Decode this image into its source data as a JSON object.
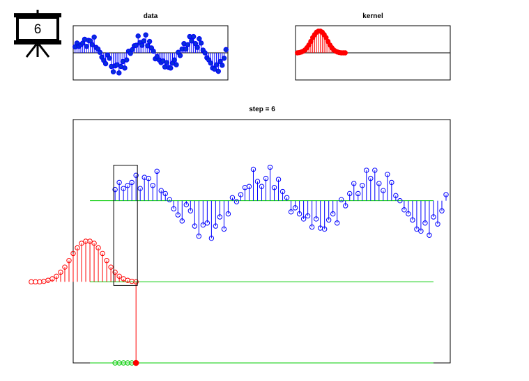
{
  "slide_icon": {
    "icon": "presentation-board-icon",
    "number": "6"
  },
  "colors": {
    "data_series": "#0000ff",
    "data_marker": "#0a2fd6",
    "kernel_series": "#ff0000",
    "baseline": "#00cc00",
    "window": "#000000",
    "axes_frame": "#000000"
  },
  "chart_data": [
    {
      "id": "data-panel",
      "type": "stem",
      "title": "data",
      "marker": "filled-circle",
      "grid": false,
      "x": [
        1,
        2,
        3,
        4,
        5,
        6,
        7,
        8,
        9,
        10,
        11,
        12,
        13,
        14,
        15,
        16,
        17,
        18,
        19,
        20,
        21,
        22,
        23,
        24,
        25,
        26,
        27,
        28,
        29,
        30,
        31,
        32,
        33,
        34,
        35,
        36,
        37,
        38,
        39,
        40,
        41,
        42,
        43,
        44,
        45,
        46,
        47,
        48,
        49,
        50,
        51,
        52,
        53,
        54,
        55,
        56,
        57,
        58,
        59,
        60,
        61,
        62,
        63,
        64,
        65,
        66,
        67,
        68,
        69,
        70,
        71,
        72,
        73,
        74,
        75,
        76,
        77,
        78,
        79,
        80
      ],
      "y": [
        0.22,
        0.36,
        0.24,
        0.3,
        0.36,
        0.5,
        0.24,
        0.46,
        0.44,
        0.3,
        0.58,
        0.2,
        0.14,
        0.02,
        -0.16,
        -0.28,
        -0.4,
        -0.08,
        -0.2,
        -0.5,
        -0.7,
        -0.48,
        -0.44,
        -0.74,
        -0.5,
        -0.32,
        -0.56,
        -0.26,
        0.06,
        -0.02,
        0.12,
        0.26,
        0.28,
        0.62,
        0.38,
        0.28,
        0.44,
        0.66,
        0.26,
        0.42,
        0.18,
        0.06,
        -0.22,
        -0.14,
        -0.26,
        -0.36,
        -0.3,
        -0.52,
        -0.36,
        -0.54,
        -0.56,
        -0.38,
        -0.26,
        -0.44,
        0.02,
        -0.1,
        0.14,
        0.34,
        0.14,
        0.3,
        0.6,
        0.44,
        0.6,
        0.34,
        0.2,
        0.52,
        0.36,
        0.1,
        0.0,
        -0.18,
        -0.26,
        -0.38,
        -0.56,
        -0.6,
        -0.44,
        -0.68,
        -0.32,
        -0.46,
        -0.2,
        0.12
      ],
      "xlim": [
        0,
        81
      ],
      "ylim": [
        -1,
        1
      ]
    },
    {
      "id": "kernel-panel",
      "type": "stem",
      "title": "kernel",
      "marker": "filled-circle",
      "grid": false,
      "x": [
        1,
        2,
        3,
        4,
        5,
        6,
        7,
        8,
        9,
        10,
        11,
        12,
        13,
        14,
        15,
        16,
        17,
        18,
        19,
        20,
        21,
        22,
        23,
        24,
        25,
        26
      ],
      "y": [
        0.0,
        0.01,
        0.03,
        0.06,
        0.11,
        0.19,
        0.29,
        0.42,
        0.56,
        0.67,
        0.76,
        0.8,
        0.8,
        0.76,
        0.67,
        0.56,
        0.42,
        0.29,
        0.19,
        0.11,
        0.06,
        0.03,
        0.01,
        0.0,
        0.0,
        0.0
      ],
      "xlim": [
        0,
        81
      ],
      "ylim": [
        -1,
        1
      ]
    },
    {
      "id": "step-panel",
      "type": "stem",
      "title": "step = 6",
      "step": 6,
      "marker": "open-circle",
      "grid": false,
      "xlim": [
        -9,
        81
      ],
      "ylim": [
        -3.2,
        1.6
      ],
      "baselines": [
        0,
        -1.6,
        -3.2
      ],
      "window_x": [
        1,
        6
      ],
      "window_y": [
        -1.67,
        0.7
      ],
      "series": [
        {
          "role": "signal",
          "offset": 0,
          "x": [
            1,
            2,
            3,
            4,
            5,
            6,
            7,
            8,
            9,
            10,
            11,
            12,
            13,
            14,
            15,
            16,
            17,
            18,
            19,
            20,
            21,
            22,
            23,
            24,
            25,
            26,
            27,
            28,
            29,
            30,
            31,
            32,
            33,
            34,
            35,
            36,
            37,
            38,
            39,
            40,
            41,
            42,
            43,
            44,
            45,
            46,
            47,
            48,
            49,
            50,
            51,
            52,
            53,
            54,
            55,
            56,
            57,
            58,
            59,
            60,
            61,
            62,
            63,
            64,
            65,
            66,
            67,
            68,
            69,
            70,
            71,
            72,
            73,
            74,
            75,
            76,
            77,
            78,
            79,
            80
          ],
          "y": [
            0.22,
            0.36,
            0.24,
            0.3,
            0.36,
            0.5,
            0.24,
            0.46,
            0.44,
            0.3,
            0.58,
            0.2,
            0.14,
            0.02,
            -0.16,
            -0.28,
            -0.4,
            -0.08,
            -0.2,
            -0.5,
            -0.7,
            -0.48,
            -0.44,
            -0.74,
            -0.5,
            -0.32,
            -0.56,
            -0.26,
            0.06,
            -0.02,
            0.12,
            0.26,
            0.28,
            0.62,
            0.38,
            0.28,
            0.44,
            0.66,
            0.26,
            0.42,
            0.18,
            0.06,
            -0.22,
            -0.14,
            -0.26,
            -0.36,
            -0.3,
            -0.52,
            -0.36,
            -0.54,
            -0.56,
            -0.38,
            -0.26,
            -0.44,
            0.02,
            -0.1,
            0.14,
            0.34,
            0.14,
            0.3,
            0.6,
            0.44,
            0.6,
            0.34,
            0.2,
            0.52,
            0.36,
            0.1,
            0.0,
            -0.18,
            -0.26,
            -0.38,
            -0.56,
            -0.6,
            -0.44,
            -0.68,
            -0.32,
            -0.46,
            -0.2,
            0.12
          ]
        },
        {
          "role": "flipped-kernel",
          "offset": -1.6,
          "x": [
            -19,
            -18,
            -17,
            -16,
            -15,
            -14,
            -13,
            -12,
            -11,
            -10,
            -9,
            -8,
            -7,
            -6,
            -5,
            -4,
            -3,
            -2,
            -1,
            0,
            1,
            2,
            3,
            4,
            5,
            6
          ],
          "y": [
            0.0,
            0.0,
            0.0,
            0.01,
            0.03,
            0.06,
            0.11,
            0.19,
            0.29,
            0.42,
            0.56,
            0.67,
            0.76,
            0.8,
            0.8,
            0.76,
            0.67,
            0.56,
            0.42,
            0.29,
            0.19,
            0.11,
            0.06,
            0.03,
            0.01,
            0.0
          ]
        },
        {
          "role": "output",
          "offset": -3.2,
          "x": [
            1,
            2,
            3,
            4,
            5,
            6
          ],
          "y": [
            0.0,
            0.0,
            0.0,
            0.0,
            0.0,
            0.0
          ],
          "highlight_x": 6,
          "highlight_drop_from": -1.6
        }
      ]
    }
  ]
}
